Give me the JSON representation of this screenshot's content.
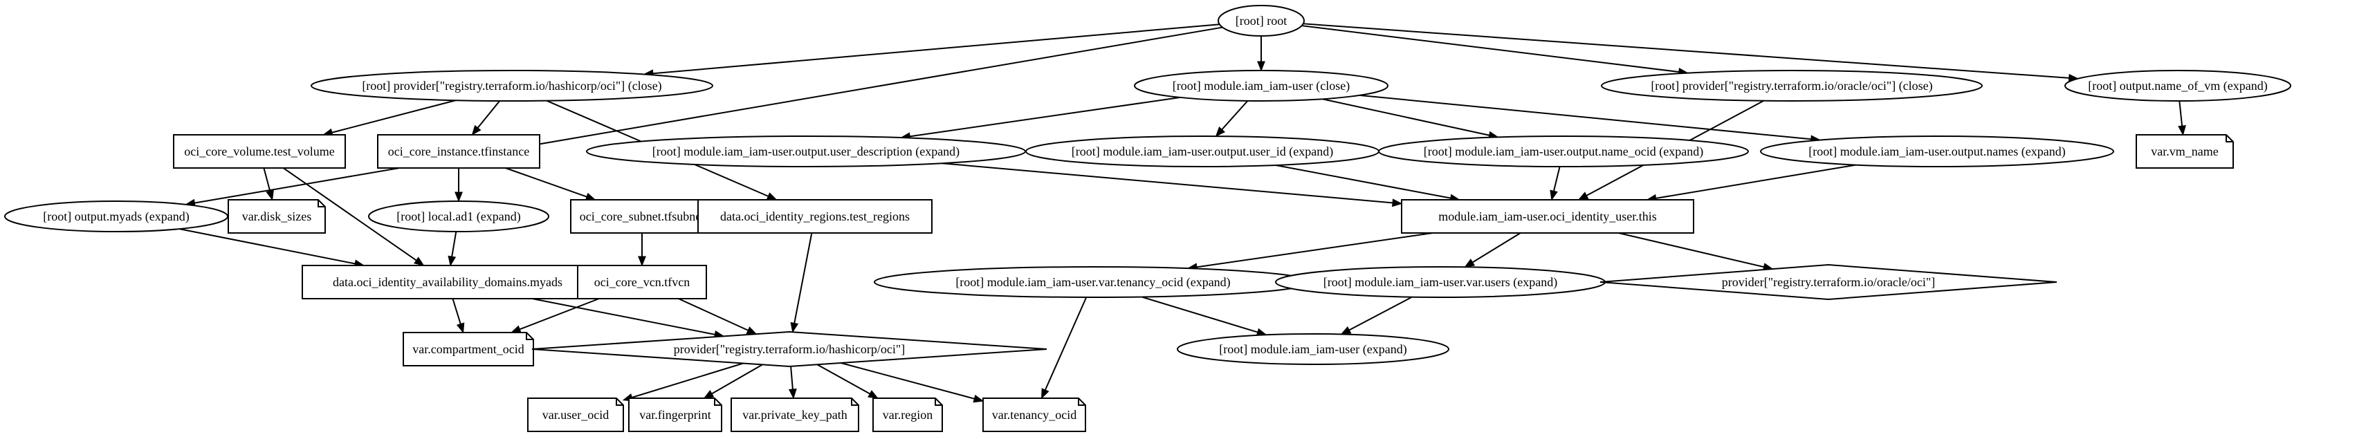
{
  "graph": {
    "nodes": {
      "root": "[root] root",
      "prov_hashicorp_close": "[root] provider[\"registry.terraform.io/hashicorp/oci\"] (close)",
      "mod_iam_close": "[root] module.iam_iam-user (close)",
      "prov_oracle_close": "[root] provider[\"registry.terraform.io/oracle/oci\"] (close)",
      "out_name_of_vm": "[root] output.name_of_vm (expand)",
      "volume": "oci_core_volume.test_volume",
      "instance": "oci_core_instance.tfinstance",
      "out_user_description": "[root] module.iam_iam-user.output.user_description (expand)",
      "out_user_id": "[root] module.iam_iam-user.output.user_id (expand)",
      "out_name_ocid": "[root] module.iam_iam-user.output.name_ocid (expand)",
      "out_names": "[root] module.iam_iam-user.output.names (expand)",
      "vm_name": "var.vm_name",
      "out_myads": "[root] output.myads (expand)",
      "disk_sizes": "var.disk_sizes",
      "local_ad1": "[root] local.ad1 (expand)",
      "subnet": "oci_core_subnet.tfsubnet",
      "regions": "data.oci_identity_regions.test_regions",
      "iam_user_this": "module.iam_iam-user.oci_identity_user.this",
      "avail_domains": "data.oci_identity_availability_domains.myads",
      "vcn": "oci_core_vcn.tfvcn",
      "var_tenancy_ocid": "[root] module.iam_iam-user.var.tenancy_ocid (expand)",
      "var_users": "[root] module.iam_iam-user.var.users (expand)",
      "prov_oracle": "provider[\"registry.terraform.io/oracle/oci\"]",
      "compartment_ocid": "var.compartment_ocid",
      "prov_hashicorp": "provider[\"registry.terraform.io/hashicorp/oci\"]",
      "mod_iam_expand": "[root] module.iam_iam-user (expand)",
      "user_ocid": "var.user_ocid",
      "fingerprint": "var.fingerprint",
      "private_key_path": "var.private_key_path",
      "region": "var.region",
      "tenancy_ocid": "var.tenancy_ocid"
    },
    "edges": [
      [
        "root",
        "prov_hashicorp_close"
      ],
      [
        "root",
        "mod_iam_close"
      ],
      [
        "root",
        "prov_oracle_close"
      ],
      [
        "root",
        "out_name_of_vm"
      ],
      [
        "root",
        "out_myads"
      ],
      [
        "prov_hashicorp_close",
        "volume"
      ],
      [
        "prov_hashicorp_close",
        "instance"
      ],
      [
        "prov_hashicorp_close",
        "regions"
      ],
      [
        "mod_iam_close",
        "out_user_description"
      ],
      [
        "mod_iam_close",
        "out_user_id"
      ],
      [
        "mod_iam_close",
        "out_name_ocid"
      ],
      [
        "mod_iam_close",
        "out_names"
      ],
      [
        "prov_oracle_close",
        "iam_user_this"
      ],
      [
        "out_name_of_vm",
        "vm_name"
      ],
      [
        "volume",
        "disk_sizes"
      ],
      [
        "volume",
        "avail_domains"
      ],
      [
        "instance",
        "local_ad1"
      ],
      [
        "instance",
        "subnet"
      ],
      [
        "out_user_description",
        "iam_user_this"
      ],
      [
        "out_user_id",
        "iam_user_this"
      ],
      [
        "out_name_ocid",
        "iam_user_this"
      ],
      [
        "out_names",
        "iam_user_this"
      ],
      [
        "out_myads",
        "avail_domains"
      ],
      [
        "local_ad1",
        "avail_domains"
      ],
      [
        "subnet",
        "vcn"
      ],
      [
        "regions",
        "prov_hashicorp"
      ],
      [
        "iam_user_this",
        "var_tenancy_ocid"
      ],
      [
        "iam_user_this",
        "var_users"
      ],
      [
        "iam_user_this",
        "prov_oracle"
      ],
      [
        "avail_domains",
        "compartment_ocid"
      ],
      [
        "avail_domains",
        "prov_hashicorp"
      ],
      [
        "vcn",
        "compartment_ocid"
      ],
      [
        "vcn",
        "prov_hashicorp"
      ],
      [
        "var_tenancy_ocid",
        "tenancy_ocid"
      ],
      [
        "var_tenancy_ocid",
        "mod_iam_expand"
      ],
      [
        "var_users",
        "mod_iam_expand"
      ],
      [
        "prov_hashicorp",
        "user_ocid"
      ],
      [
        "prov_hashicorp",
        "fingerprint"
      ],
      [
        "prov_hashicorp",
        "private_key_path"
      ],
      [
        "prov_hashicorp",
        "region"
      ],
      [
        "prov_hashicorp",
        "tenancy_ocid"
      ]
    ]
  }
}
